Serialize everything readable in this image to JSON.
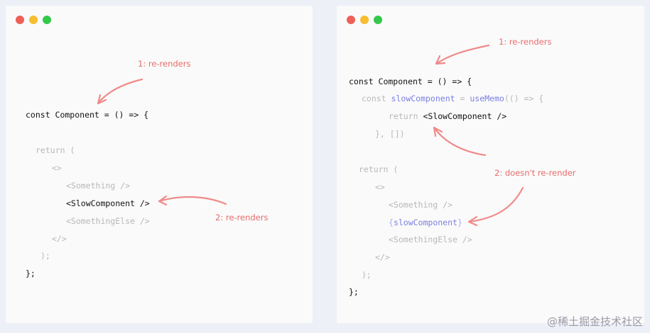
{
  "window_dots": {
    "red": "#ee5f57",
    "yellow": "#f6bd2e",
    "green": "#34c84a"
  },
  "left": {
    "lines": [
      "const Component = () => {",
      "return (",
      "<>",
      "<Something />",
      "<SlowComponent />",
      "<SomethingElse />",
      "</>",
      ");",
      "};"
    ],
    "annotations": {
      "first": "1: re-renders",
      "second": "2: re-renders"
    }
  },
  "right": {
    "line_component": "const Component = () => {",
    "memo": {
      "const_kw": "const ",
      "var_name": "slowComponent",
      "eq": " = ",
      "fn_name": "useMemo",
      "rest": "(() => {"
    },
    "return_kw": "return ",
    "slow_tag": "<SlowComponent />",
    "memo_close": "}, [])",
    "return_line": "return (",
    "fragment_open": "<>",
    "something": "<Something />",
    "brace_open": "{",
    "slow_var": "slowComponent",
    "brace_close": "}",
    "something_else": "<SomethingElse />",
    "fragment_close": "</>",
    "paren_close": ");",
    "closing": "};",
    "annotations": {
      "first": "1: re-renders",
      "second": "2: doesn't re-render"
    }
  },
  "watermark": "@稀土掘金技术社区",
  "colors": {
    "arrow": "#f08a8a",
    "accent": "#7b7fe0",
    "faded": "#b8b8b8"
  }
}
